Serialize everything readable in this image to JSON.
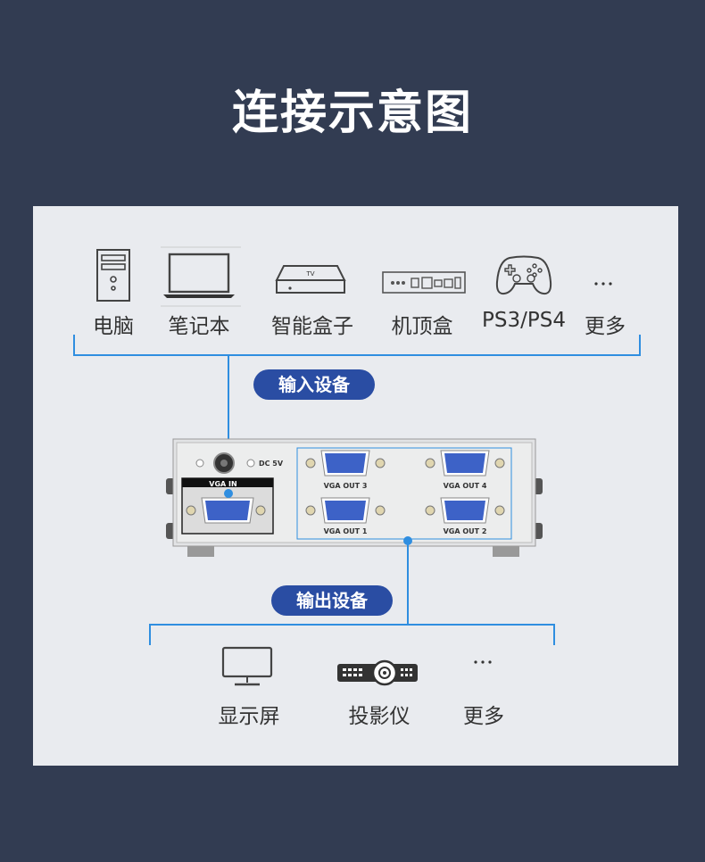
{
  "title": "连接示意图",
  "input_devices": [
    {
      "label": "电脑",
      "icon": "pc-tower-icon"
    },
    {
      "label": "笔记本",
      "icon": "laptop-icon"
    },
    {
      "label": "智能盒子",
      "icon": "smart-box-icon"
    },
    {
      "label": "机顶盒",
      "icon": "set-top-box-icon"
    },
    {
      "label": "PS3/PS4",
      "icon": "gamepad-icon"
    },
    {
      "label": "更多",
      "icon": "more-icon"
    }
  ],
  "input_pill": "输入设备",
  "output_pill": "输出设备",
  "output_devices": [
    {
      "label": "显示屏",
      "icon": "monitor-icon"
    },
    {
      "label": "投影仪",
      "icon": "projector-icon"
    },
    {
      "label": "更多",
      "icon": "more-icon"
    }
  ],
  "device": {
    "tv_text": "TV",
    "dc_label": "DC 5V",
    "vga_in_label": "VGA IN",
    "out3": "VGA OUT 3",
    "out4": "VGA OUT 4",
    "out1": "VGA OUT 1",
    "out2": "VGA OUT 2"
  },
  "colors": {
    "background": "#323c52",
    "panel": "#e9ebef",
    "line": "#2f8ee0",
    "pill": "#2a4da3",
    "port": "#3d62c7"
  }
}
